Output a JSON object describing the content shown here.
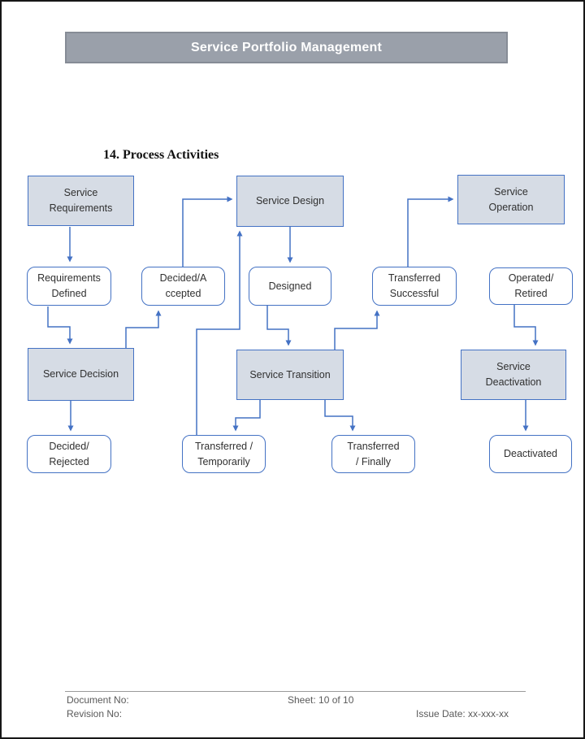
{
  "colors": {
    "accent": "#4472c4",
    "process_fill": "#d6dce5",
    "header_bg": "#9aa0aa"
  },
  "header": {
    "title": "Service Portfolio Management"
  },
  "section": {
    "title": "14. Process Activities"
  },
  "diagram": {
    "nodes": [
      {
        "id": "service-requirements",
        "type": "process",
        "lines": [
          "Service",
          "Requirements"
        ]
      },
      {
        "id": "service-design",
        "type": "process",
        "lines": [
          "Service Design"
        ]
      },
      {
        "id": "service-operation",
        "type": "process",
        "lines": [
          "Service",
          "Operation"
        ]
      },
      {
        "id": "service-decision",
        "type": "process",
        "lines": [
          "Service Decision"
        ]
      },
      {
        "id": "service-transition",
        "type": "process",
        "lines": [
          "Service Transition"
        ]
      },
      {
        "id": "service-deactivation",
        "type": "process",
        "lines": [
          "Service",
          "Deactivation"
        ]
      },
      {
        "id": "requirements-defined",
        "type": "state",
        "lines": [
          "Requirements",
          "Defined"
        ]
      },
      {
        "id": "decided-accepted",
        "type": "state",
        "lines": [
          "Decided/A",
          "ccepted"
        ]
      },
      {
        "id": "designed",
        "type": "state",
        "lines": [
          "Designed"
        ]
      },
      {
        "id": "transferred-successful",
        "type": "state",
        "lines": [
          "Transferred",
          "Successful"
        ]
      },
      {
        "id": "operated-retired",
        "type": "state",
        "lines": [
          "Operated/",
          "Retired"
        ]
      },
      {
        "id": "decided-rejected",
        "type": "state",
        "lines": [
          "Decided/",
          "Rejected"
        ]
      },
      {
        "id": "transferred-temporarily",
        "type": "state",
        "lines": [
          "Transferred /",
          "Temporarily"
        ]
      },
      {
        "id": "transferred-finally",
        "type": "state",
        "lines": [
          "Transferred",
          "/ Finally"
        ]
      },
      {
        "id": "deactivated",
        "type": "state",
        "lines": [
          "Deactivated"
        ]
      }
    ],
    "connections": [
      "service-requirements -> requirements-defined",
      "requirements-defined -> service-decision",
      "service-decision -> decided-rejected",
      "service-decision -> decided-accepted",
      "decided-accepted -> service-design",
      "service-design -> designed",
      "designed -> service-transition",
      "service-transition -> transferred-successful",
      "transferred-successful -> service-operation",
      "service-transition -> transferred-finally",
      "service-transition -> transferred-temporarily",
      "transferred-temporarily -> service-design",
      "operated-retired -> service-deactivation",
      "service-deactivation -> deactivated"
    ]
  },
  "footer": {
    "document_no_label": "Document No:",
    "sheet_label": "Sheet: 10 of 10",
    "revision_no_label": "Revision No:",
    "issue_date_label": "Issue Date: xx-xxx-xx"
  }
}
